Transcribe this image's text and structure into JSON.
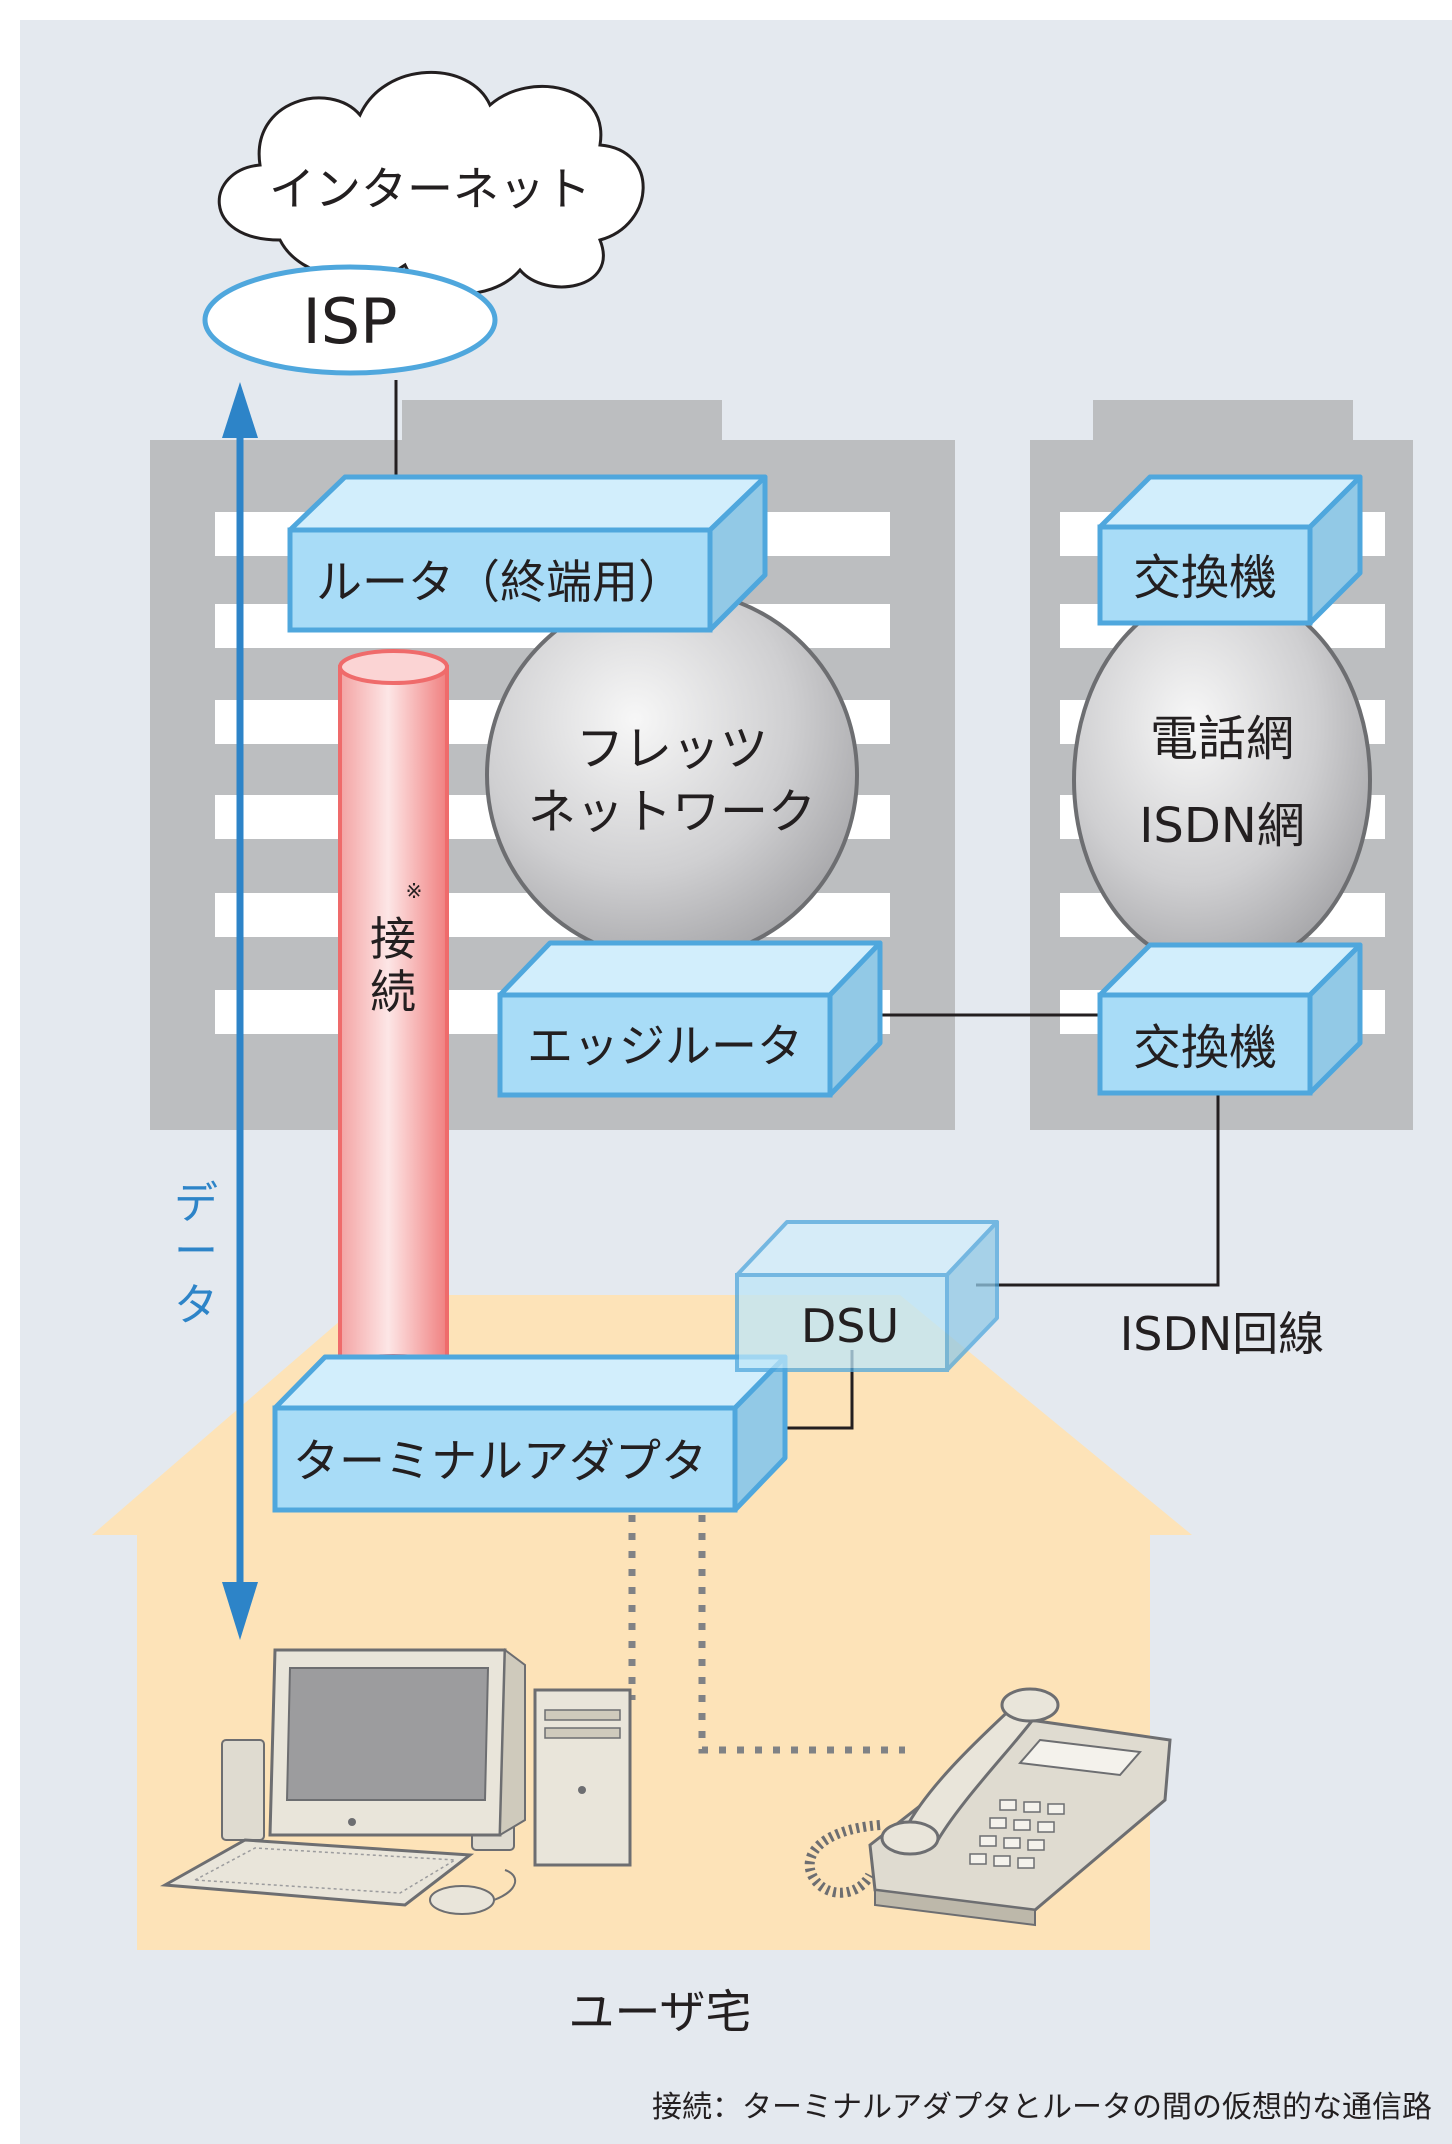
{
  "colors": {
    "background": "#e4e9ef",
    "building": "#bcbec0",
    "box_front": "#a8dcf7",
    "box_border": "#4fa7dd",
    "house": "#fde3b8",
    "pipe": "#f28c8c",
    "arrow": "#2d84c8",
    "sphere": "#c8c8ca"
  },
  "labels": {
    "internet": "インターネット",
    "isp": "ISP",
    "router": "ルータ（終端用）",
    "flets_line1": "フレッツ",
    "flets_line2": "ネットワーク",
    "edge_router": "エッジルータ",
    "exchange_top": "交換機",
    "exchange_bottom": "交換機",
    "phone_net_line1": "電話網",
    "phone_net_line2": "ISDN網",
    "connection": "接続",
    "connection_mark": "※",
    "data": "データ",
    "dsu": "DSU",
    "isdn_line": "ISDN回線",
    "terminal_adapter": "ターミナルアダプタ",
    "user_home": "ユーザ宅",
    "footnote": "接続：ターミナルアダプタとルータの間の仮想的な通信路"
  },
  "icons": {
    "computer": "desktop-computer-icon",
    "telephone": "desk-telephone-icon"
  }
}
